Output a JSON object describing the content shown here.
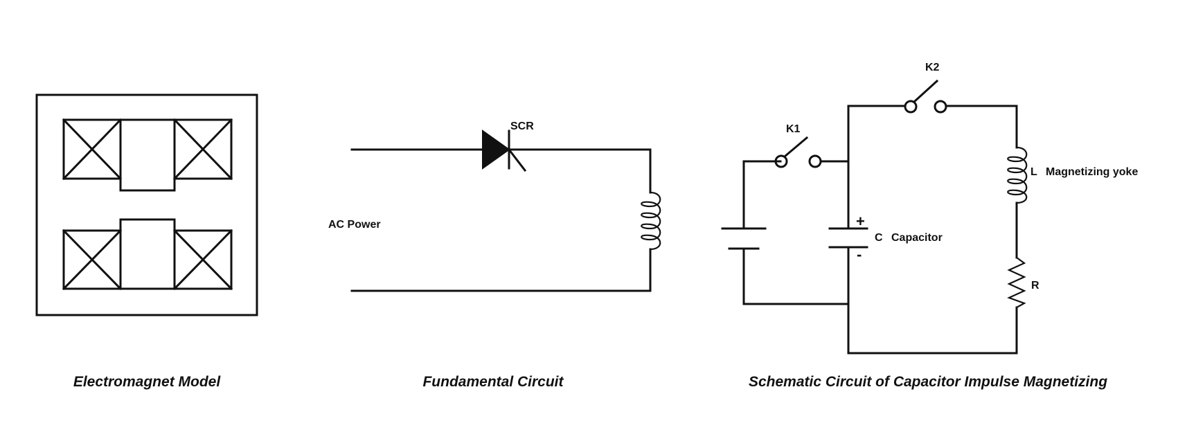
{
  "panels": {
    "electromagnet": {
      "caption": "Electromagnet Model"
    },
    "fundamental": {
      "caption": "Fundamental Circuit",
      "scr_label": "SCR",
      "power_label": "AC Power"
    },
    "impulse": {
      "caption": "Schematic Circuit of Capacitor Impulse Magnetizing",
      "k1_label": "K1",
      "k2_label": "K2",
      "inductor_label": "L",
      "yoke_label": "Magnetizing yoke",
      "capacitor_label": "C",
      "capacitor_name": "Capacitor",
      "plus_sign": "+",
      "minus_sign": "-",
      "resistor_label": "R"
    }
  }
}
